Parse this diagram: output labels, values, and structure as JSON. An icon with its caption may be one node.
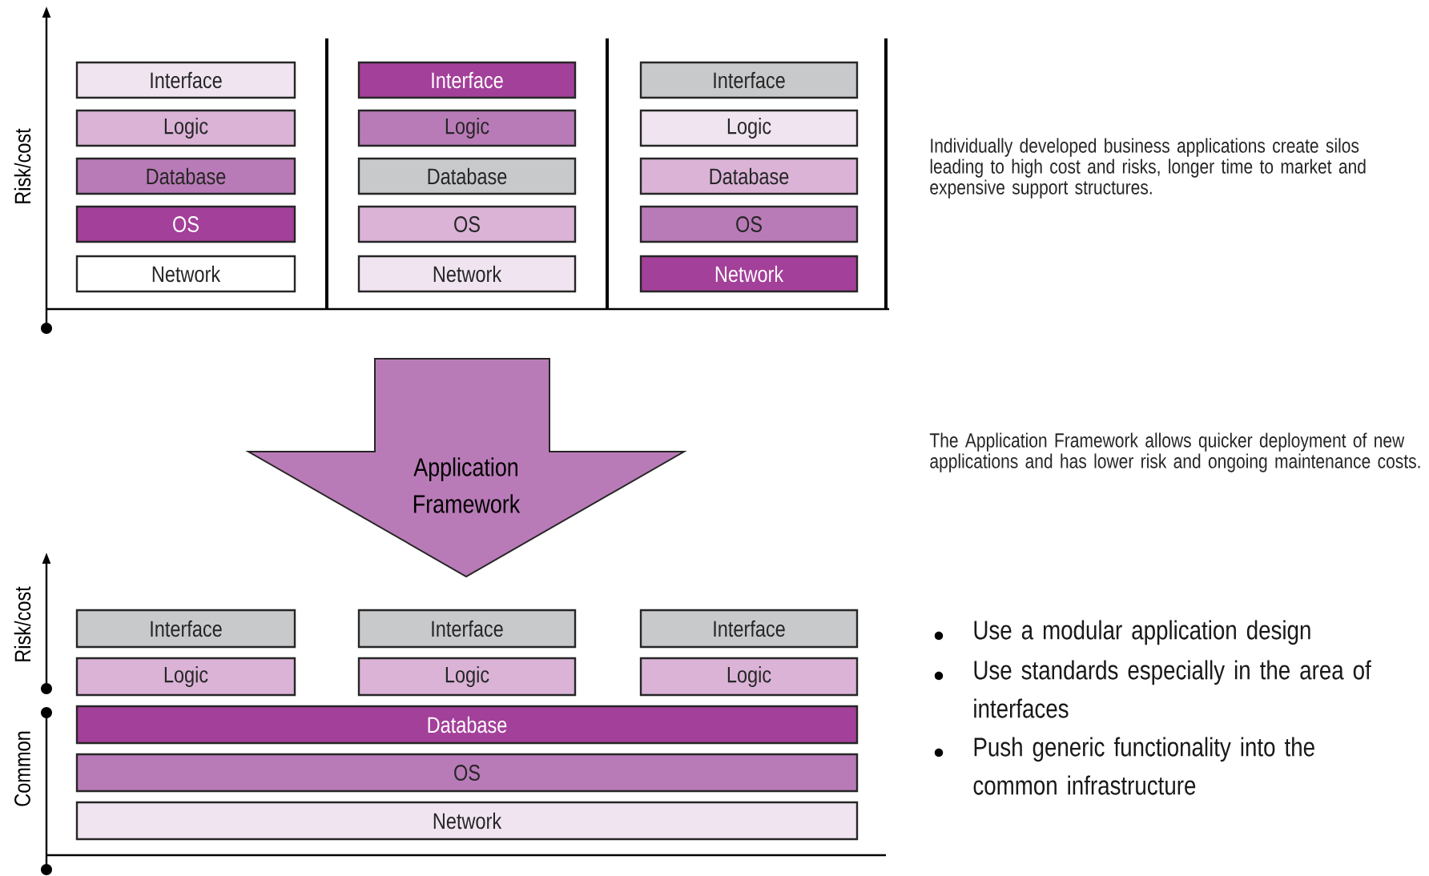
{
  "diagram": {
    "nodes": [
      {
        "text": [
          "Interface"
        ]
      },
      {
        "text": [
          "Logic"
        ]
      },
      {
        "text": [
          "Database"
        ]
      },
      {
        "text": [
          "OS"
        ]
      },
      {
        "text": [
          "Network"
        ]
      },
      {
        "text": [
          "Interface"
        ]
      },
      {
        "text": [
          "Logic"
        ]
      },
      {
        "text": [
          "Database"
        ]
      },
      {
        "text": [
          "OS"
        ]
      },
      {
        "text": [
          "Network"
        ]
      },
      {
        "text": [
          "Interface"
        ]
      },
      {
        "text": [
          "Logic"
        ]
      },
      {
        "text": [
          "Database"
        ]
      },
      {
        "text": [
          "OS"
        ]
      },
      {
        "text": [
          "Network"
        ]
      },
      {
        "text": [
          "Application Framework"
        ]
      },
      {
        "text": [
          "Interface"
        ]
      },
      {
        "text": [
          "Interface"
        ]
      },
      {
        "text": [
          "Interface"
        ]
      },
      {
        "text": [
          "Logic"
        ]
      },
      {
        "text": [
          "Logic"
        ]
      },
      {
        "text": [
          "Logic"
        ]
      },
      {
        "text": [
          "Database"
        ]
      },
      {
        "text": [
          "OS"
        ]
      },
      {
        "text": [
          "Network"
        ]
      }
    ],
    "labels": [
      "Risk/cost",
      "Individually developed business applications create silos leading to high cost and risks, longer time to market and expensive support structures.",
      "The Application Framework allows quicker deployment of new applications and has lower risk and ongoing maintenance costs.",
      "Risk/cost",
      "Common",
      "Use a modular application design",
      "Use standards especially in the area of interfaces",
      "Push generic functionality into the common infrastructure"
    ]
  }
}
